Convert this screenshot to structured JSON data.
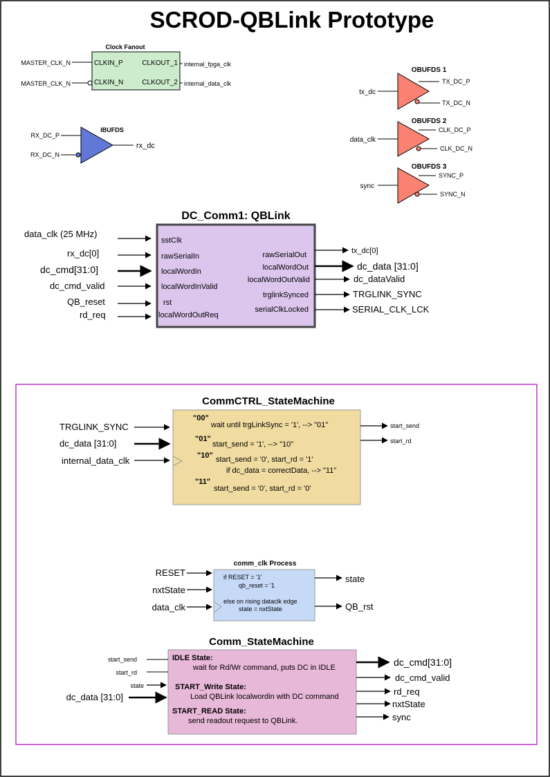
{
  "title": "SCROD-QBLink Prototype",
  "colors": {
    "clock_fanout_fill": "#cdeccd",
    "ibufds_fill": "#6278d8",
    "obufds_fill": "#fa8272",
    "qblink_fill": "#dcc6ee",
    "commctrl_fill": "#f0dca0",
    "commclk_fill": "#c6daf8",
    "commsm_fill": "#e8b8d8",
    "frame_border": "#c030d0"
  },
  "clock_fanout": {
    "title": "Clock Fanout",
    "in_ports": [
      "CLKIN_P",
      "CLKIN_N"
    ],
    "out_ports": [
      "CLKOUT_1",
      "CLKOUT_2"
    ],
    "in_signals": [
      "MASTER_CLK_N",
      "MASTER_CLK_N"
    ],
    "out_signals": [
      "internal_fpga_clk",
      "internal_data_clk"
    ]
  },
  "ibufds": {
    "title": "IBUFDS",
    "in_signals": [
      "RX_DC_P",
      "RX_DC_N"
    ],
    "out_signal": "rx_dc"
  },
  "obufds": [
    {
      "title": "OBUFDS 1",
      "in_signal": "tx_dc",
      "out_p": "TX_DC_P",
      "out_n": "TX_DC_N"
    },
    {
      "title": "OBUFDS 2",
      "in_signal": "data_clk",
      "out_p": "CLK_DC_P",
      "out_n": "CLK_DC_N"
    },
    {
      "title": "OBUFDS 3",
      "in_signal": "sync",
      "out_p": "SYNC_P",
      "out_n": "SYNC_N"
    }
  ],
  "qblink": {
    "title": "DC_Comm1: QBLink",
    "in_ports": [
      "sstClk",
      "rawSerialIn",
      "localWordIn",
      "localWordInValid",
      "rst",
      "localWordOutReq"
    ],
    "in_signals": [
      "data_clk (25 MHz)",
      "rx_dc[0]",
      "dc_cmd[31:0]",
      "dc_cmd_valid",
      "QB_reset",
      "rd_req"
    ],
    "out_ports": [
      "rawSerialOut",
      "localWordOut",
      "localWordOutValid",
      "trglinkSynced",
      "serialClkLocked"
    ],
    "out_signals": [
      "tx_dc[0]",
      "dc_data [31:0]",
      "dc_dataValid",
      "TRGLINK_SYNC",
      "SERIAL_CLK_LCK"
    ]
  },
  "commctrl": {
    "title": "CommCTRL_StateMachine",
    "in_signals": [
      "TRGLINK_SYNC",
      "dc_data [31:0]",
      "internal_data_clk"
    ],
    "out_signals": [
      "start_send",
      "start_rd"
    ],
    "states": [
      {
        "code": "\"00\"",
        "lines": [
          "wait until trgLinkSync = '1', --> \"01\""
        ]
      },
      {
        "code": "\"01\"",
        "lines": [
          "start_send = '1', --> \"10\""
        ]
      },
      {
        "code": "\"10\"",
        "lines": [
          "start_send = '0', start_rd = '1'",
          "if dc_data = correctData, --> \"11\""
        ]
      },
      {
        "code": "\"11\"",
        "lines": [
          "start_send = '0', start_rd = '0'"
        ]
      }
    ]
  },
  "comm_clk": {
    "title": "comm_clk Process",
    "in_signals": [
      "RESET",
      "nxtState",
      "data_clk"
    ],
    "out_signals": [
      "state",
      "QB_rst"
    ],
    "lines": [
      "if RESET = '1'",
      "qb_reset = '1",
      "else on rising dataclk edge",
      "state = nxtState"
    ]
  },
  "comm_sm": {
    "title": "Comm_StateMachine",
    "in_signals": [
      "start_send",
      "start_rd",
      "state",
      "dc_data [31:0]"
    ],
    "out_signals": [
      "dc_cmd[31:0]",
      "dc_cmd_valid",
      "rd_req",
      "nxtState",
      "sync"
    ],
    "states": [
      {
        "name": "IDLE State:",
        "desc": "wait for Rd/Wr command, puts DC in IDLE"
      },
      {
        "name": "START_Write State:",
        "desc": "Load QBLink localwordin with DC command"
      },
      {
        "name": "START_READ State:",
        "desc": "send readout request to QBLink."
      }
    ]
  }
}
